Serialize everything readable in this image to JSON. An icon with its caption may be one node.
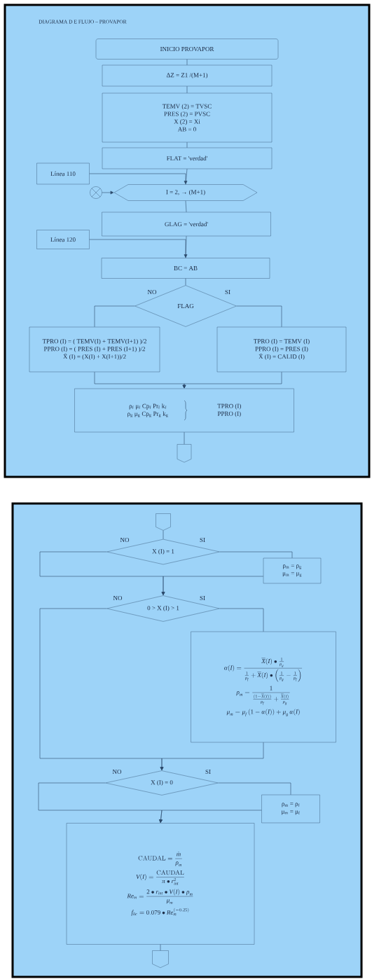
{
  "diagram": {
    "title": "DIAGRAMA D E FLUJO – PROVAPOR",
    "nodes": [
      {
        "text": [
          "INICIO PROVAPOR"
        ]
      },
      {
        "text": [
          "ΔZ = Z1 /(M+1)"
        ]
      },
      {
        "text": [
          "TEMV (2) = TVSC",
          "PRES (2) = PVSC",
          "X (2) = Xi",
          "AB = 0"
        ]
      },
      {
        "text": [
          "FLAT = 'verdad'"
        ]
      },
      {
        "text": [
          "Línea 110"
        ]
      },
      {
        "text": [
          "I = 2, → (M+1)"
        ]
      },
      {
        "text": [],
        "shape": "circle"
      },
      {
        "text": [
          "GLAG = 'verdad'"
        ]
      },
      {
        "text": [
          "Línea 120"
        ]
      },
      {
        "text": [
          "BC = AB"
        ]
      },
      {
        "text": [
          "FLAG"
        ]
      },
      {
        "text": [
          "TPRO (I) = ( TEMV(I) + TEMV(I+1) )/2",
          "PPRO (I) = ( PRES (I) + PRES (I+1) )/2",
          "X̄ (I) = (X(I) + X(I+1))/2"
        ]
      },
      {
        "text": [
          "TPRO (I) = TEMV (I)",
          "PPRO (I) = PRES (I)",
          "X̄ (I) = CALID (I)"
        ]
      },
      {
        "text": [
          "ρ$_{f}$ μ$_{f}$ Cp$_{f}$ Pr$_{f}$ k$_{f}$",
          "ρ$_{g}$ μ$_{g}$ Cp$_{g}$ Pr$_{g}$ k$_{g}$",
          "TPRO (I)",
          "PPRO (I)"
        ]
      },
      {
        "text": [],
        "shape": "pentagon"
      },
      {
        "text": [],
        "shape": "pentagon"
      },
      {
        "text": [
          "X (I) = 1"
        ]
      },
      {
        "text": [
          "ρ$_{m}$ = ρ$_{g}$",
          "μ$_{m}$ = μ$_{g}$"
        ]
      },
      {
        "text": [
          "0 > X (I) > 1"
        ]
      },
      {
        "text": [
          "\\alpha(I) = \\frac{\\overline{X}(I) \\bullet \\frac{1}{\\rho_g}}{\\frac{1}{\\rho_f} + \\overline{X}(I) \\bullet \\left(\\frac{1}{\\rho_g} - \\frac{1}{\\rho_f}\\right)}",
          "\\rho_m = \\frac{1}{\\frac{(1 - \\overline{X}(I))}{\\rho_f} + \\frac{\\overline{X}(I)}{\\rho_g}}",
          "\\mu_m = \\mu_f\\,(1 - \\alpha(I)) + \\mu_g\\,\\alpha(I)"
        ]
      },
      {
        "text": [
          "X (I) = 0"
        ]
      },
      {
        "text": [
          "ρ$_{m}$ = ρ$_{f}$",
          "μ$_{m}$ = μ$_{f}$"
        ]
      },
      {
        "text": [
          "\\mathrm{CAUDAL} = \\frac{\\dot{m}}{\\rho_m}",
          "V(I) = \\frac{\\mathrm{CAUDAL}}{\\pi \\bullet r_{int}^{2}}",
          "Re_m = \\frac{2 \\bullet r_{int} \\bullet V(I) \\bullet \\rho_m}{\\mu_m}",
          "f_{lic} = 0.079 \\bullet Re_m^{(-0.25)}"
        ]
      },
      {
        "text": [],
        "shape": "pentagon"
      }
    ],
    "edges": [
      {
        "from": 0,
        "to": 1,
        "arrow": "none"
      },
      {
        "from": 1,
        "to": 2,
        "arrow": "none"
      },
      {
        "from": 2,
        "to": 3,
        "arrow": "none"
      },
      {
        "from": 3,
        "to": 5,
        "arrow": "none"
      },
      {
        "from": 4,
        "to": 5,
        "arrow": "to"
      },
      {
        "from": 6,
        "to": 5,
        "arrow": "to"
      },
      {
        "from": 5,
        "to": 7,
        "arrow": "none"
      },
      {
        "from": 7,
        "to": 9,
        "arrow": "none"
      },
      {
        "from": 8,
        "to": 9,
        "arrow": "to"
      },
      {
        "from": 9,
        "to": 10,
        "arrow": "none"
      },
      {
        "from": 10,
        "to": 11,
        "arrow": "none",
        "label": "NO"
      },
      {
        "from": 10,
        "to": 12,
        "arrow": "none",
        "label": "SI"
      },
      {
        "from": 11,
        "to": 13,
        "arrow": "to"
      },
      {
        "from": 12,
        "to": 13,
        "arrow": "to"
      },
      {
        "from": 13,
        "to": 14,
        "arrow": "none"
      },
      {
        "from": 15,
        "to": 16,
        "arrow": "none"
      },
      {
        "from": 16,
        "to": 18,
        "arrow": "to",
        "label": "NO"
      },
      {
        "from": 16,
        "to": 17,
        "arrow": "none",
        "label": "SI"
      },
      {
        "from": 17,
        "to": 18,
        "arrow": "to"
      },
      {
        "from": 18,
        "to": 20,
        "arrow": "to",
        "label": "NO"
      },
      {
        "from": 18,
        "to": 19,
        "arrow": "none",
        "label": "SI"
      },
      {
        "from": 19,
        "to": 20,
        "arrow": "to"
      },
      {
        "from": 20,
        "to": 22,
        "arrow": "to",
        "label": "NO"
      },
      {
        "from": 20,
        "to": 21,
        "arrow": "none",
        "label": "SI"
      },
      {
        "from": 21,
        "to": 22,
        "arrow": "to"
      },
      {
        "from": 22,
        "to": 23,
        "arrow": "none"
      }
    ]
  }
}
